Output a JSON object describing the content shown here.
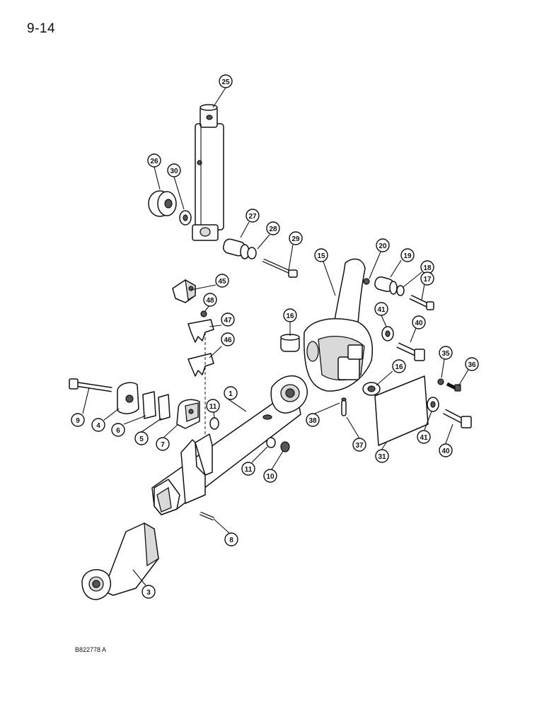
{
  "page": {
    "number": "9-14",
    "figure_code": "B822778 A"
  },
  "callouts": [
    "25",
    "26",
    "30",
    "27",
    "28",
    "29",
    "15",
    "20",
    "19",
    "18",
    "17",
    "45",
    "48",
    "47",
    "46",
    "16",
    "41",
    "40",
    "35",
    "36",
    "16",
    "9",
    "4",
    "6",
    "5",
    "7",
    "1",
    "11",
    "11",
    "10",
    "38",
    "37",
    "31",
    "41",
    "40",
    "8",
    "3"
  ]
}
